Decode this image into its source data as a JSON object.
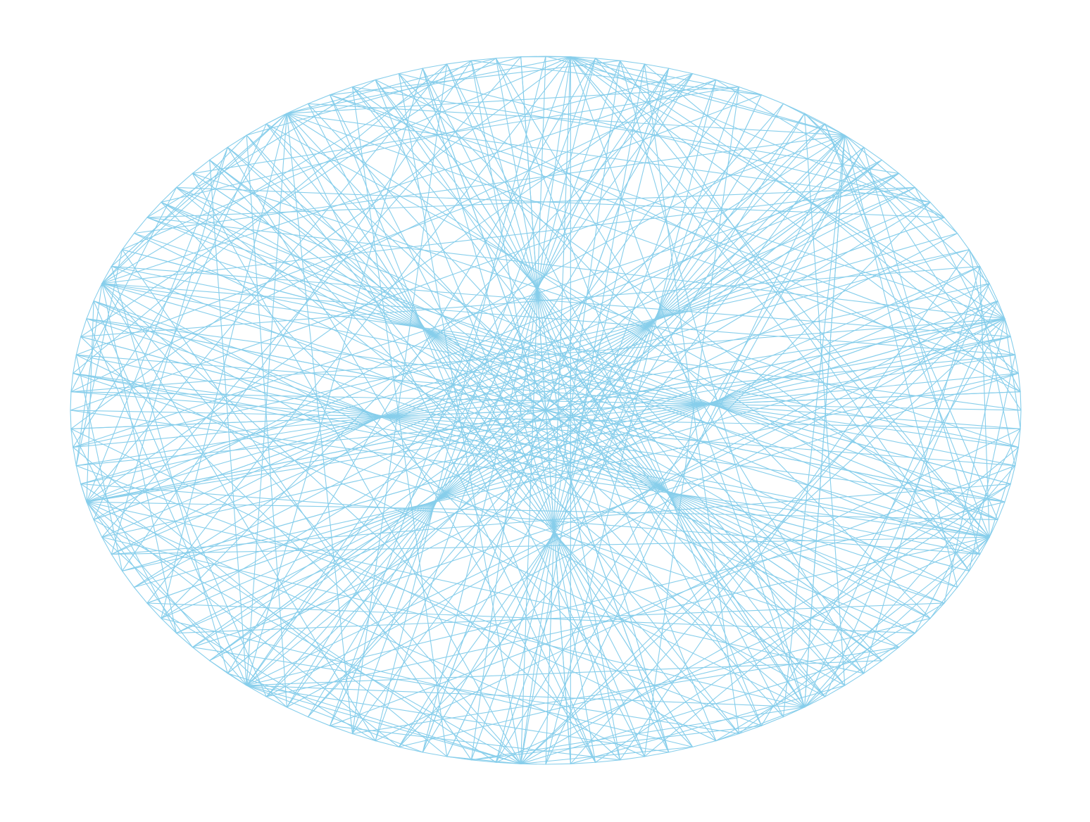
{
  "diagram": {
    "type": "line-pattern",
    "shape": "ellipse",
    "stroke_color": "#87CEEB",
    "background_color": "#FFFFFF",
    "point_count": 120,
    "chord_step_multiplier": 37,
    "ring_step": 1
  }
}
